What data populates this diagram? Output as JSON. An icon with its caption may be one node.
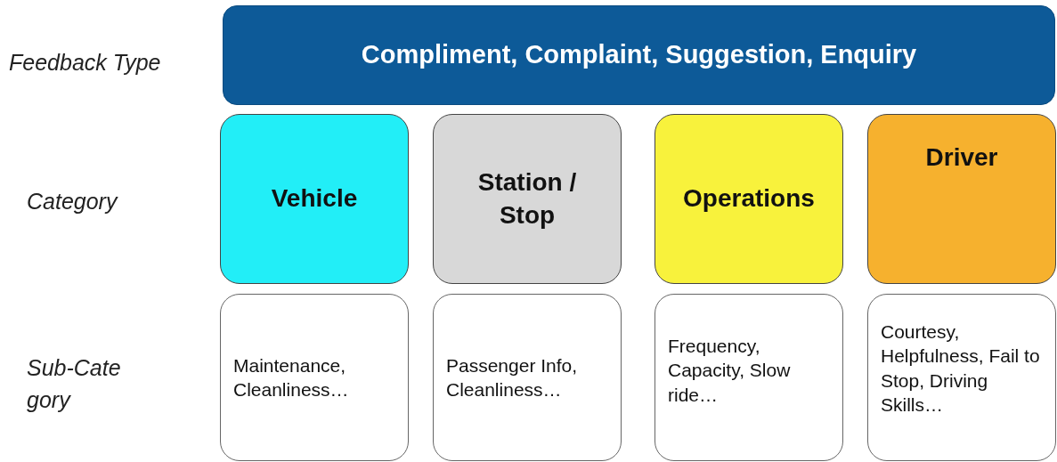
{
  "diagram": {
    "nodes": [
      {
        "text": [
          "Compliment, Complaint, Suggestion, Enquiry"
        ]
      },
      {
        "text": [
          "Vehicle"
        ]
      },
      {
        "text": [
          "Station / Stop"
        ]
      },
      {
        "text": [
          "Operations"
        ]
      },
      {
        "text": [
          "Driver"
        ]
      },
      {
        "text": [
          "Maintenance, Cleanliness…"
        ]
      },
      {
        "text": [
          "Passenger Info, Cleanliness…"
        ]
      },
      {
        "text": [
          "Frequency, Capacity, Slow ride…"
        ]
      },
      {
        "text": [
          "Courtesy, Helpfulness, Fail to Stop, Driving Skills…"
        ]
      }
    ],
    "edges": [],
    "labels": [
      "Feedback Type",
      "Category",
      "Sub-Cate gory"
    ]
  }
}
